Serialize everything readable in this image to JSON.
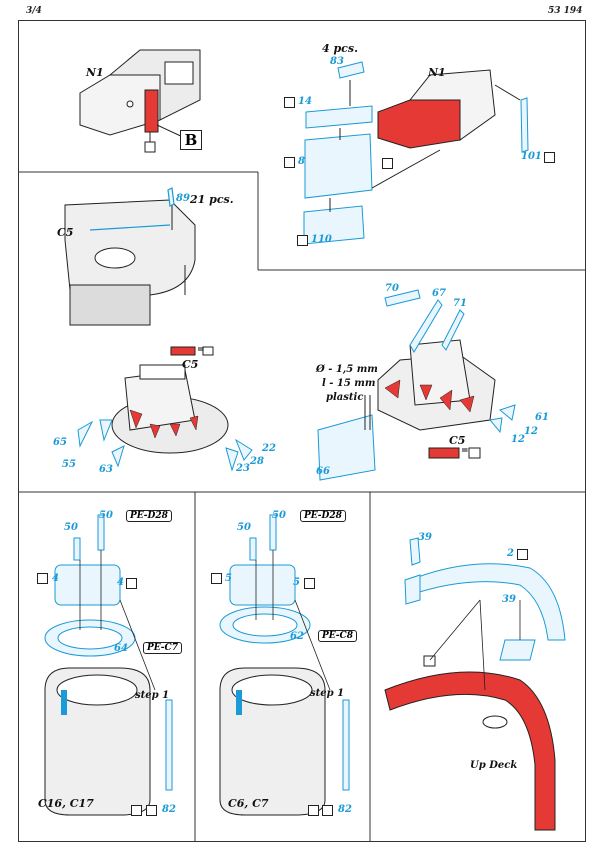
{
  "header": {
    "page": "3/4",
    "code": "53 194"
  },
  "colors": {
    "blue": "#1a9ad6",
    "red": "#e53935",
    "ink": "#222222"
  },
  "panel1": {
    "part": "N1",
    "marker": "B"
  },
  "panel2": {
    "qty": "4 pcs.",
    "p83": "83",
    "part": "N1",
    "p14": "14",
    "p8": "8",
    "p101": "101",
    "p110": "110"
  },
  "panel3": {
    "part": "C5",
    "p89": "89",
    "qty": "21 pcs."
  },
  "panel4": {
    "part": "C5",
    "eq": "=",
    "p65": "65",
    "p55": "55",
    "p63": "63",
    "p23": "23",
    "p28": "28",
    "p22": "22"
  },
  "panel5": {
    "p70": "70",
    "p67": "67",
    "p71": "71",
    "spec1": "Ø - 1,5 mm",
    "spec2": "l - 15 mm",
    "spec3": "plastic",
    "p61": "61",
    "p12a": "12",
    "p12b": "12",
    "part": "C5",
    "p66": "66",
    "eq": "="
  },
  "panel6": {
    "p50a": "50",
    "p50b": "50",
    "ref1": "PE-D28",
    "p4a": "4",
    "p4b": "4",
    "p64": "64",
    "ref2": "PE-C7",
    "step": "step 1",
    "part": "C16, C17",
    "p82": "82"
  },
  "panel7": {
    "p50a": "50",
    "p50b": "50",
    "ref1": "PE-D28",
    "p5a": "5",
    "p5b": "5",
    "p62": "62",
    "ref2": "PE-C8",
    "step": "step 1",
    "part": "C6, C7",
    "p82": "82"
  },
  "panel8": {
    "p39a": "39",
    "p2": "2",
    "p39b": "39",
    "deck": "Up Deck"
  }
}
